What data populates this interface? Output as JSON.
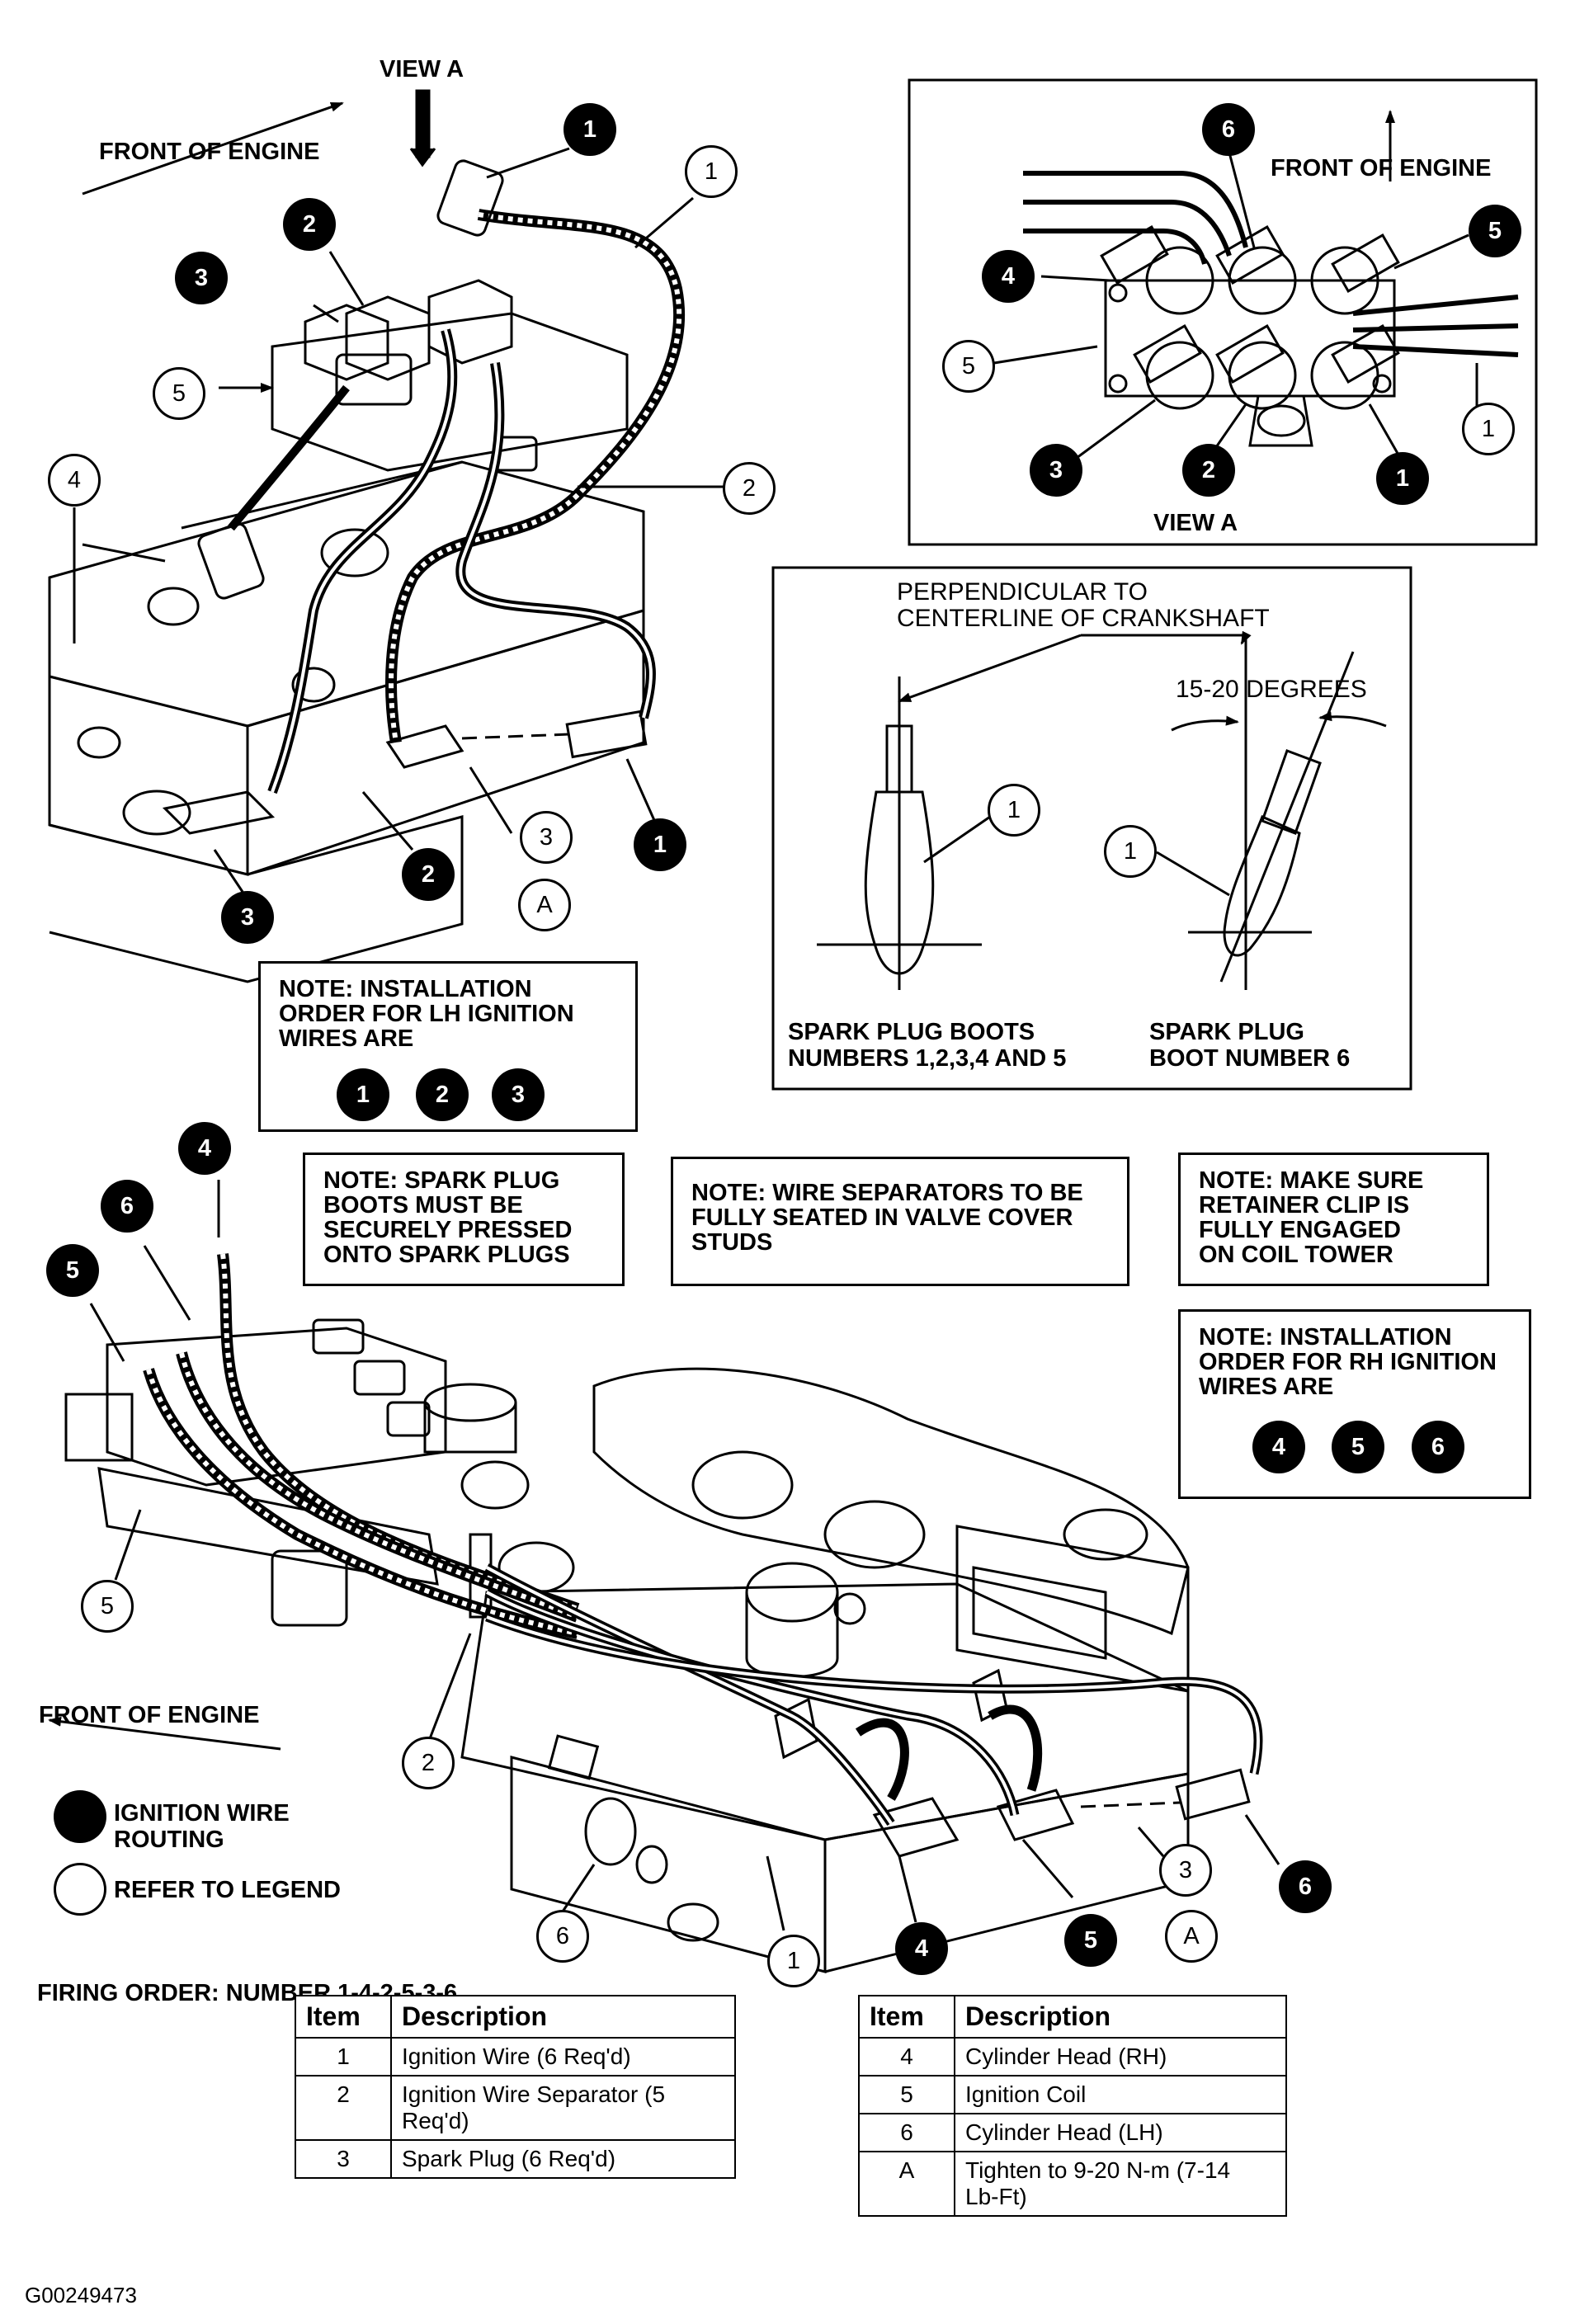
{
  "figure_id": "G00249473",
  "labels": {
    "view_a_top": "VIEW A",
    "front_of_engine_top": "FRONT OF ENGINE",
    "front_of_engine_inset": "FRONT OF ENGINE",
    "view_a_inset": "VIEW A",
    "front_of_engine_bottom": "FRONT OF ENGINE",
    "perpendicular": "PERPENDICULAR TO\nCENTERLINE OF CRANKSHAFT",
    "degrees": "15-20 DEGREES",
    "boots_15": "SPARK PLUG BOOTS\nNUMBERS 1,2,3,4 AND 5",
    "boot_6": "SPARK PLUG\nBOOT NUMBER 6",
    "symbol_routing": "IGNITION WIRE\nROUTING",
    "symbol_legend": "REFER TO LEGEND",
    "firing_order": "FIRING ORDER: NUMBER 1-4-2-5-3-6"
  },
  "notes": {
    "lh_order": "NOTE: INSTALLATION\nORDER FOR LH IGNITION\nWIRES ARE",
    "lh_order_seq": [
      "1",
      "2",
      "3"
    ],
    "boots_pressed": "NOTE: SPARK PLUG\nBOOTS MUST BE\nSECURELY PRESSED\nONTO SPARK PLUGS",
    "separators": "NOTE: WIRE SEPARATORS TO BE\nFULLY SEATED IN VALVE COVER\nSTUDS",
    "retainer": "NOTE: MAKE SURE\nRETAINER CLIP IS\nFULLY ENGAGED\nON COIL TOWER",
    "rh_order": "NOTE: INSTALLATION\nORDER FOR RH IGNITION\nWIRES ARE",
    "rh_order_seq": [
      "4",
      "5",
      "6"
    ]
  },
  "callouts": {
    "top_left": {
      "b1_top": "1",
      "w1_top": "1",
      "b2": "2",
      "b3": "3",
      "w5": "5",
      "w4": "4",
      "w2": "2",
      "w3": "3",
      "b1_low": "1",
      "b2_low": "2",
      "b3_low": "3",
      "wA": "A"
    },
    "view_a": {
      "b6": "6",
      "b4": "4",
      "b5": "5",
      "w5": "5",
      "w1": "1",
      "b3": "3",
      "b2": "2",
      "b1": "1"
    },
    "boots": {
      "w1_left": "1",
      "w1_right": "1"
    },
    "bottom": {
      "b4": "4",
      "b6": "6",
      "b5": "5",
      "w5": "5",
      "w2": "2",
      "w6_low": "6",
      "w1": "1",
      "b4_low": "4",
      "b5_low": "5",
      "w3": "3",
      "wA": "A",
      "b6_right": "6"
    }
  },
  "legend_left": {
    "header": [
      "Item",
      "Description"
    ],
    "rows": [
      [
        "1",
        "Ignition Wire (6 Req'd)"
      ],
      [
        "2",
        "Ignition Wire Separator (5\nReq'd)"
      ],
      [
        "3",
        "Spark Plug (6 Req'd)"
      ]
    ]
  },
  "legend_right": {
    "header": [
      "Item",
      "Description"
    ],
    "rows": [
      [
        "4",
        "Cylinder Head (RH)"
      ],
      [
        "5",
        "Ignition Coil"
      ],
      [
        "6",
        "Cylinder Head (LH)"
      ],
      [
        "A",
        "Tighten to 9-20 N-m (7-14\nLb-Ft)"
      ]
    ]
  }
}
